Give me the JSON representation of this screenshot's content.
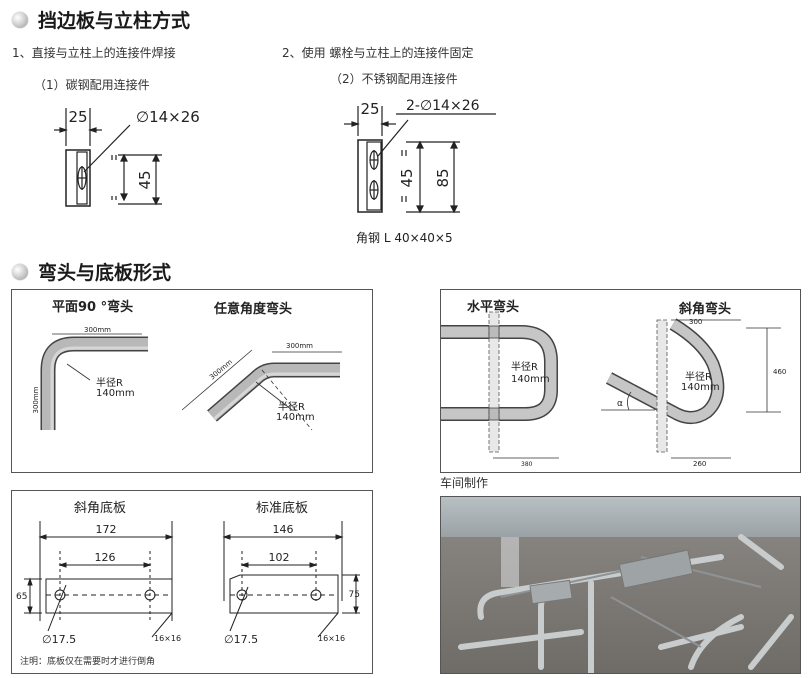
{
  "section1": {
    "title": "挡边板与立柱方式",
    "item1": "1、直接与立柱上的连接件焊接",
    "sub1": "（1）碳钢配用连接件",
    "item2": "2、使用 螺栓与立柱上的连接件固定",
    "sub2": "（2）不锈钢配用连接件",
    "d1_width": "25",
    "d1_hole": "∅14×26",
    "d1_height": "45",
    "d2_width": "25",
    "d2_hole": "2-∅14×26",
    "d2_h1": "45",
    "d2_h2": "85",
    "d2_angle": "角钢 L 40×40×5"
  },
  "section2": {
    "title": "弯头与底板形式",
    "panel1": {
      "label_a": "平面90 °弯头",
      "label_b": "任意角度弯头",
      "dim300": "300mm",
      "radius_a": "半径R",
      "radius_b": "140mm"
    },
    "panel2": {
      "label_a": "水平弯头",
      "label_b": "斜角弯头",
      "radius_a": "半径R",
      "radius_b": "140mm",
      "dim_300": "300",
      "dim_460": "460",
      "dim_260": "260",
      "dim_380": "380",
      "alpha": "α"
    },
    "panel3": {
      "label_a": "斜角底板",
      "label_b": "标准底板",
      "a_172": "172",
      "a_126": "126",
      "a_65": "65",
      "a_dia": "∅17.5",
      "a_corner": "16×16",
      "b_146": "146",
      "b_102": "102",
      "b_75": "75",
      "b_dia": "∅17.5",
      "b_corner": "16×16",
      "note": "注明：底板仅在需要时才进行倒角"
    },
    "photo_caption": "车间制作"
  }
}
